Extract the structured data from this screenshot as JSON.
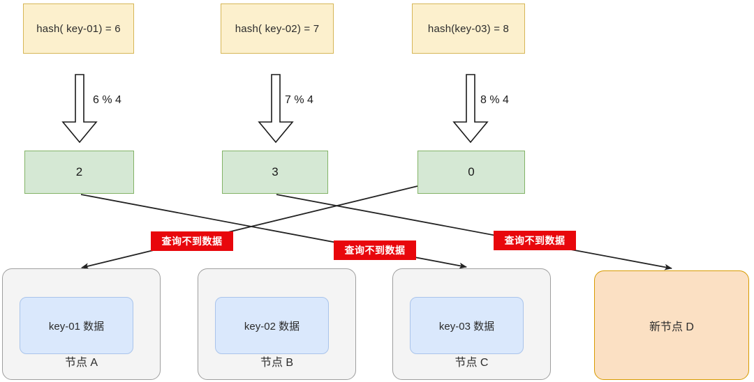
{
  "diagram": {
    "title": "hash mod node lookup failure",
    "colors": {
      "hash_fill": "#fcf0cd",
      "hash_stroke": "#d6b656",
      "mod_fill": "#d5e8d4",
      "mod_stroke": "#82b366",
      "node_fill": "#f4f4f4",
      "node_stroke": "#9e9e9e",
      "new_node_fill": "#fbe0c3",
      "new_node_stroke": "#d79b00",
      "data_chip_fill": "#dae8fc",
      "data_chip_stroke": "#a9c4eb",
      "warning_fill": "#e8070c",
      "warning_text": "#ffffff",
      "line_stroke": "#232323"
    },
    "hash_boxes": [
      {
        "id": "hash-1",
        "text": "hash( key-01) = 6"
      },
      {
        "id": "hash-2",
        "text": "hash( key-02) = 7"
      },
      {
        "id": "hash-3",
        "text": "hash(key-03) = 8"
      }
    ],
    "operations": [
      {
        "id": "op-1",
        "label": "6 % 4"
      },
      {
        "id": "op-2",
        "label": "7 % 4"
      },
      {
        "id": "op-3",
        "label": "8 % 4"
      }
    ],
    "mod_boxes": [
      {
        "id": "mod-1",
        "value": "2"
      },
      {
        "id": "mod-2",
        "value": "3"
      },
      {
        "id": "mod-3",
        "value": "0"
      }
    ],
    "warnings": [
      {
        "id": "warn-1",
        "text": "查询不到数据"
      },
      {
        "id": "warn-2",
        "text": "查询不到数据"
      },
      {
        "id": "warn-3",
        "text": "查询不到数据"
      }
    ],
    "nodes": [
      {
        "id": "node-a",
        "title": "节点 A",
        "data": "key-01 数据",
        "kind": "existing"
      },
      {
        "id": "node-b",
        "title": "节点 B",
        "data": "key-02 数据",
        "kind": "existing"
      },
      {
        "id": "node-c",
        "title": "节点 C",
        "data": "key-03 数据",
        "kind": "existing"
      },
      {
        "id": "node-d",
        "title": "新节点 D",
        "data": "",
        "kind": "new"
      }
    ],
    "links": [
      {
        "from": "mod-1",
        "to": "node-c",
        "note": "2 -> 节点 C"
      },
      {
        "from": "mod-2",
        "to": "node-d",
        "note": "3 -> 新节点 D"
      },
      {
        "from": "mod-3",
        "to": "node-a",
        "note": "0 -> 节点 A"
      }
    ]
  }
}
